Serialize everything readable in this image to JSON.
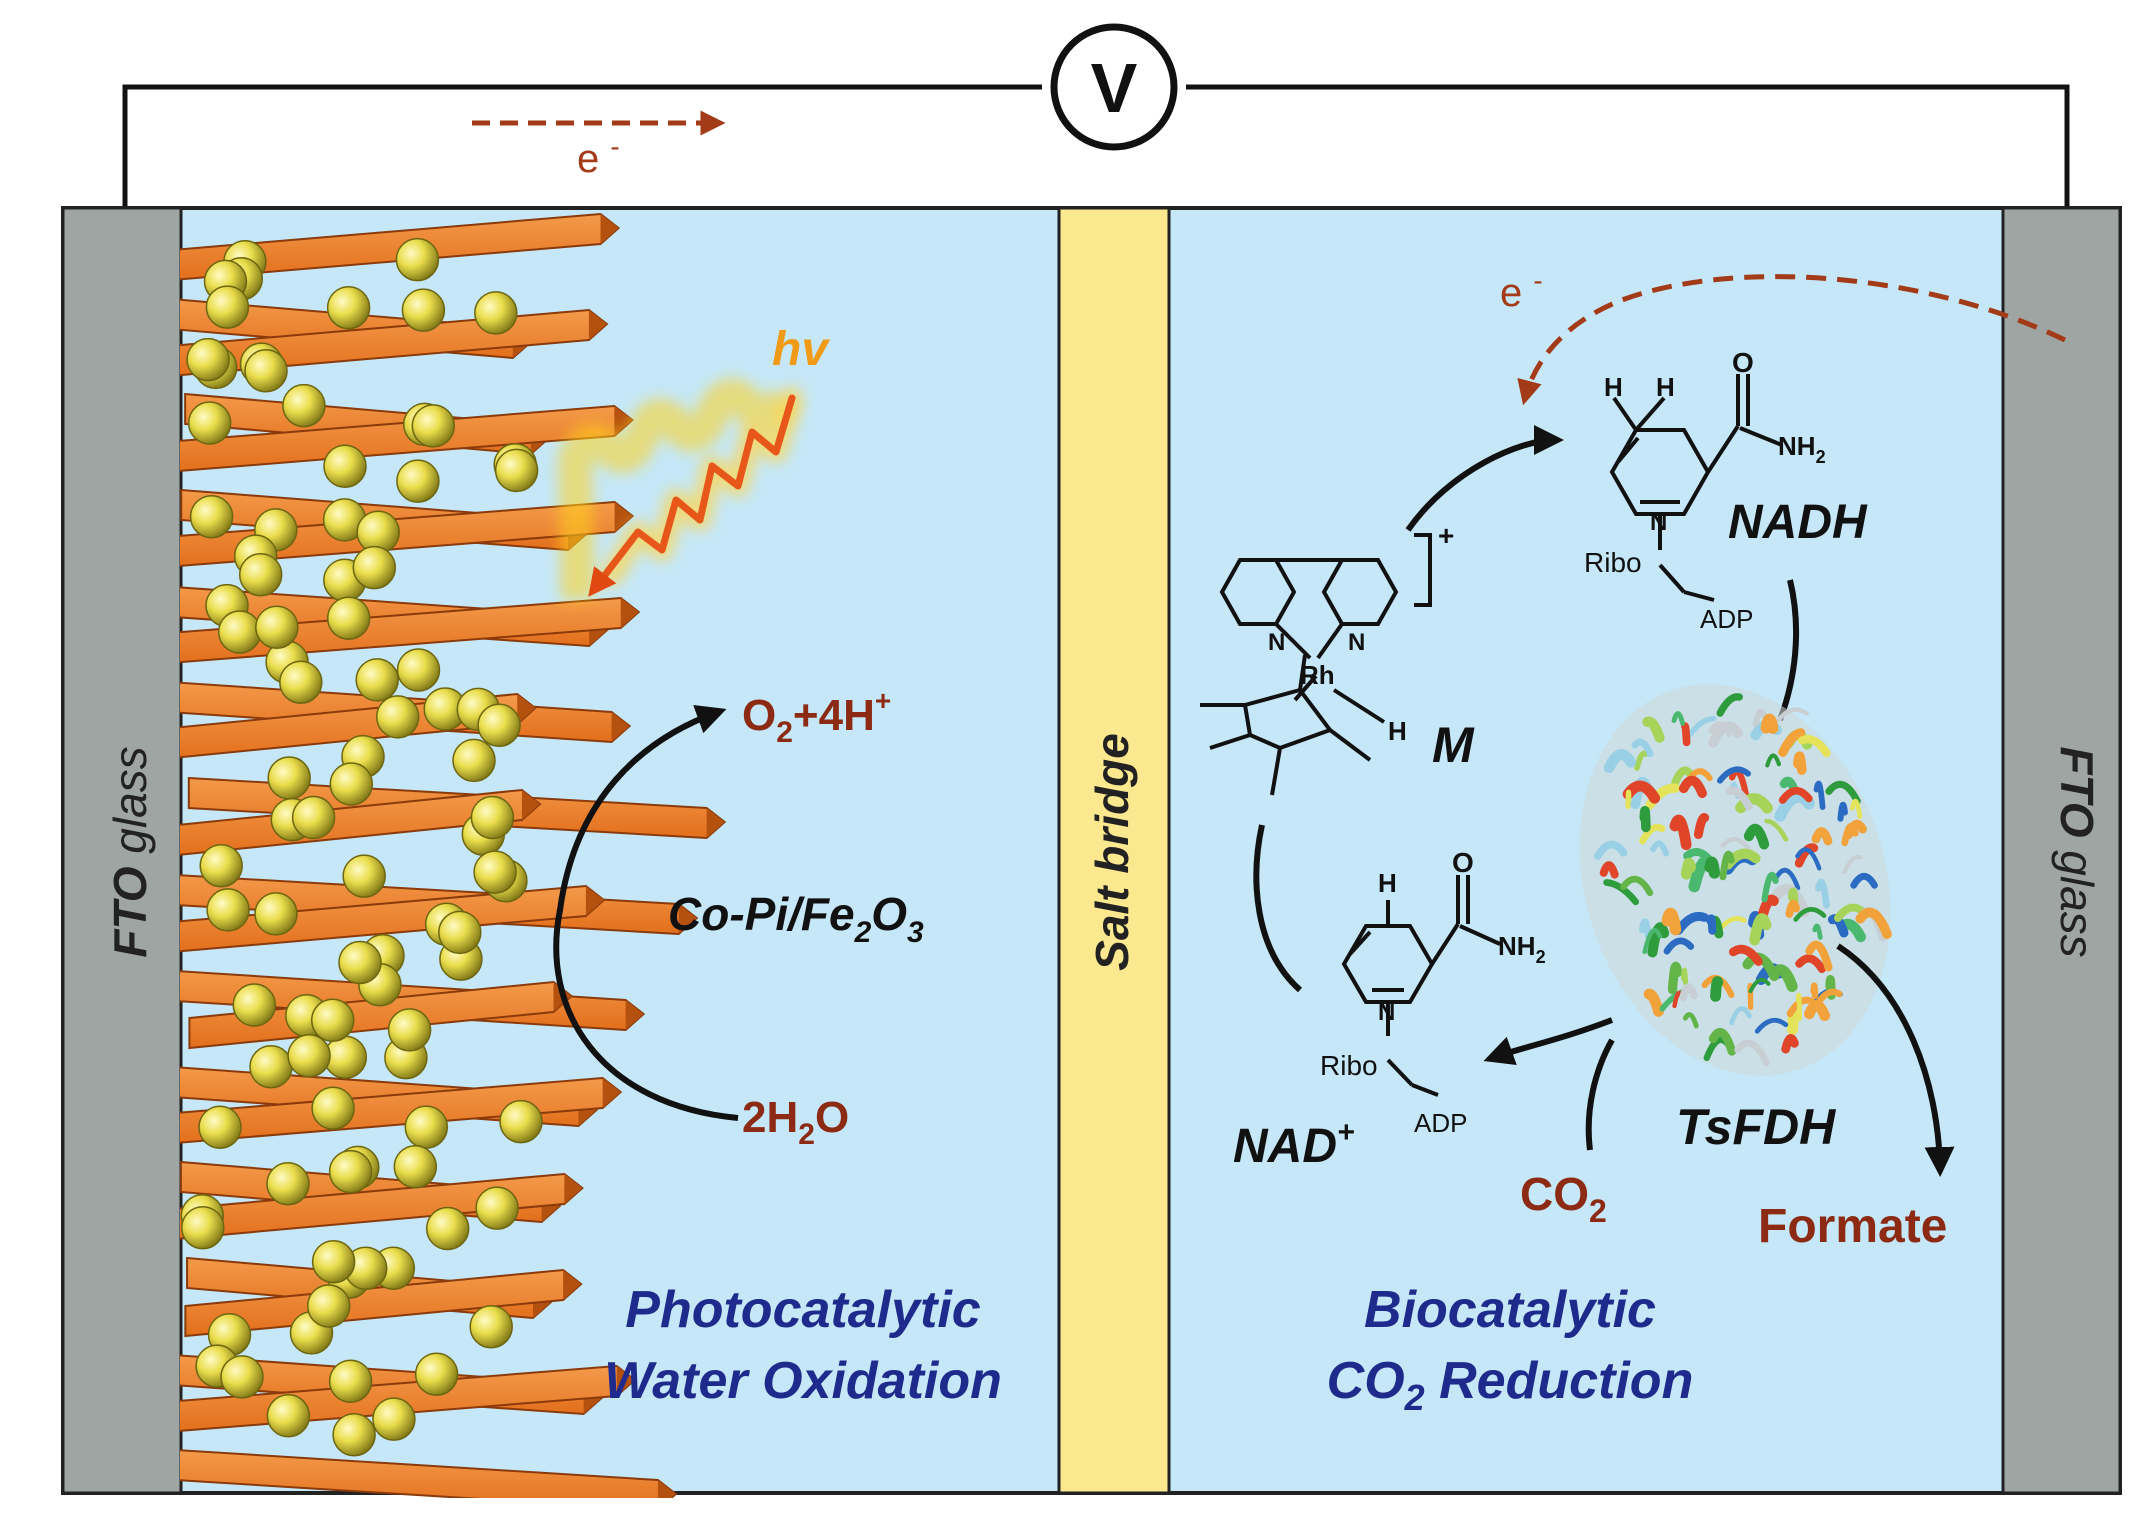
{
  "voltmeter": {
    "symbol": "V"
  },
  "electron_label": "e",
  "electron_charge": "-",
  "left_electrode": {
    "label": "FTO glass",
    "label_bold": "FTO",
    "label_italic": " glass"
  },
  "right_electrode": {
    "label": "FTO glass",
    "label_bold": "FTO",
    "label_italic": " glass"
  },
  "salt_bridge": {
    "label": "Salt bridge"
  },
  "light": {
    "label": "hv"
  },
  "anode": {
    "catalyst_main": "Co-Pi/Fe",
    "catalyst_sub1": "2",
    "catalyst_o": "O",
    "catalyst_sub2": "3",
    "product_main": "O",
    "product_sub": "2",
    "product_rest": "+4H",
    "product_sup": "+",
    "reactant_pre": "2H",
    "reactant_sub": "2",
    "reactant_post": "O",
    "caption_line1": "Photocatalytic",
    "caption_line2": "Water Oxidation"
  },
  "cathode": {
    "mediator_label": "M",
    "mediator_charge": "+",
    "rh_label": "Rh",
    "n_label": "N",
    "h_label": "H",
    "nadh_label": "NADH",
    "nad_label": "NAD",
    "nad_sup": "+",
    "ribo_label": "Ribo",
    "adp_label": "ADP",
    "nh2_label": "NH",
    "nh2_sub": "2",
    "enzyme_label": "TsFDH",
    "co2_main": "CO",
    "co2_sub": "2",
    "product_label": "Formate",
    "caption_line1": "Biocatalytic",
    "caption_line2_pre": "CO",
    "caption_line2_sub": "2",
    "caption_line2_post": " Reduction"
  },
  "colors": {
    "electrolyte": "#c5e7f7",
    "electrode": "#9ea5a3",
    "salt_bridge": "#fbe88f",
    "hematite": "#e8731f",
    "cobalt_sphere": "#e7dc4a",
    "reaction_text": "#8c2a14",
    "caption_text": "#1e2a8c",
    "electron_arrow": "#a33a18"
  }
}
